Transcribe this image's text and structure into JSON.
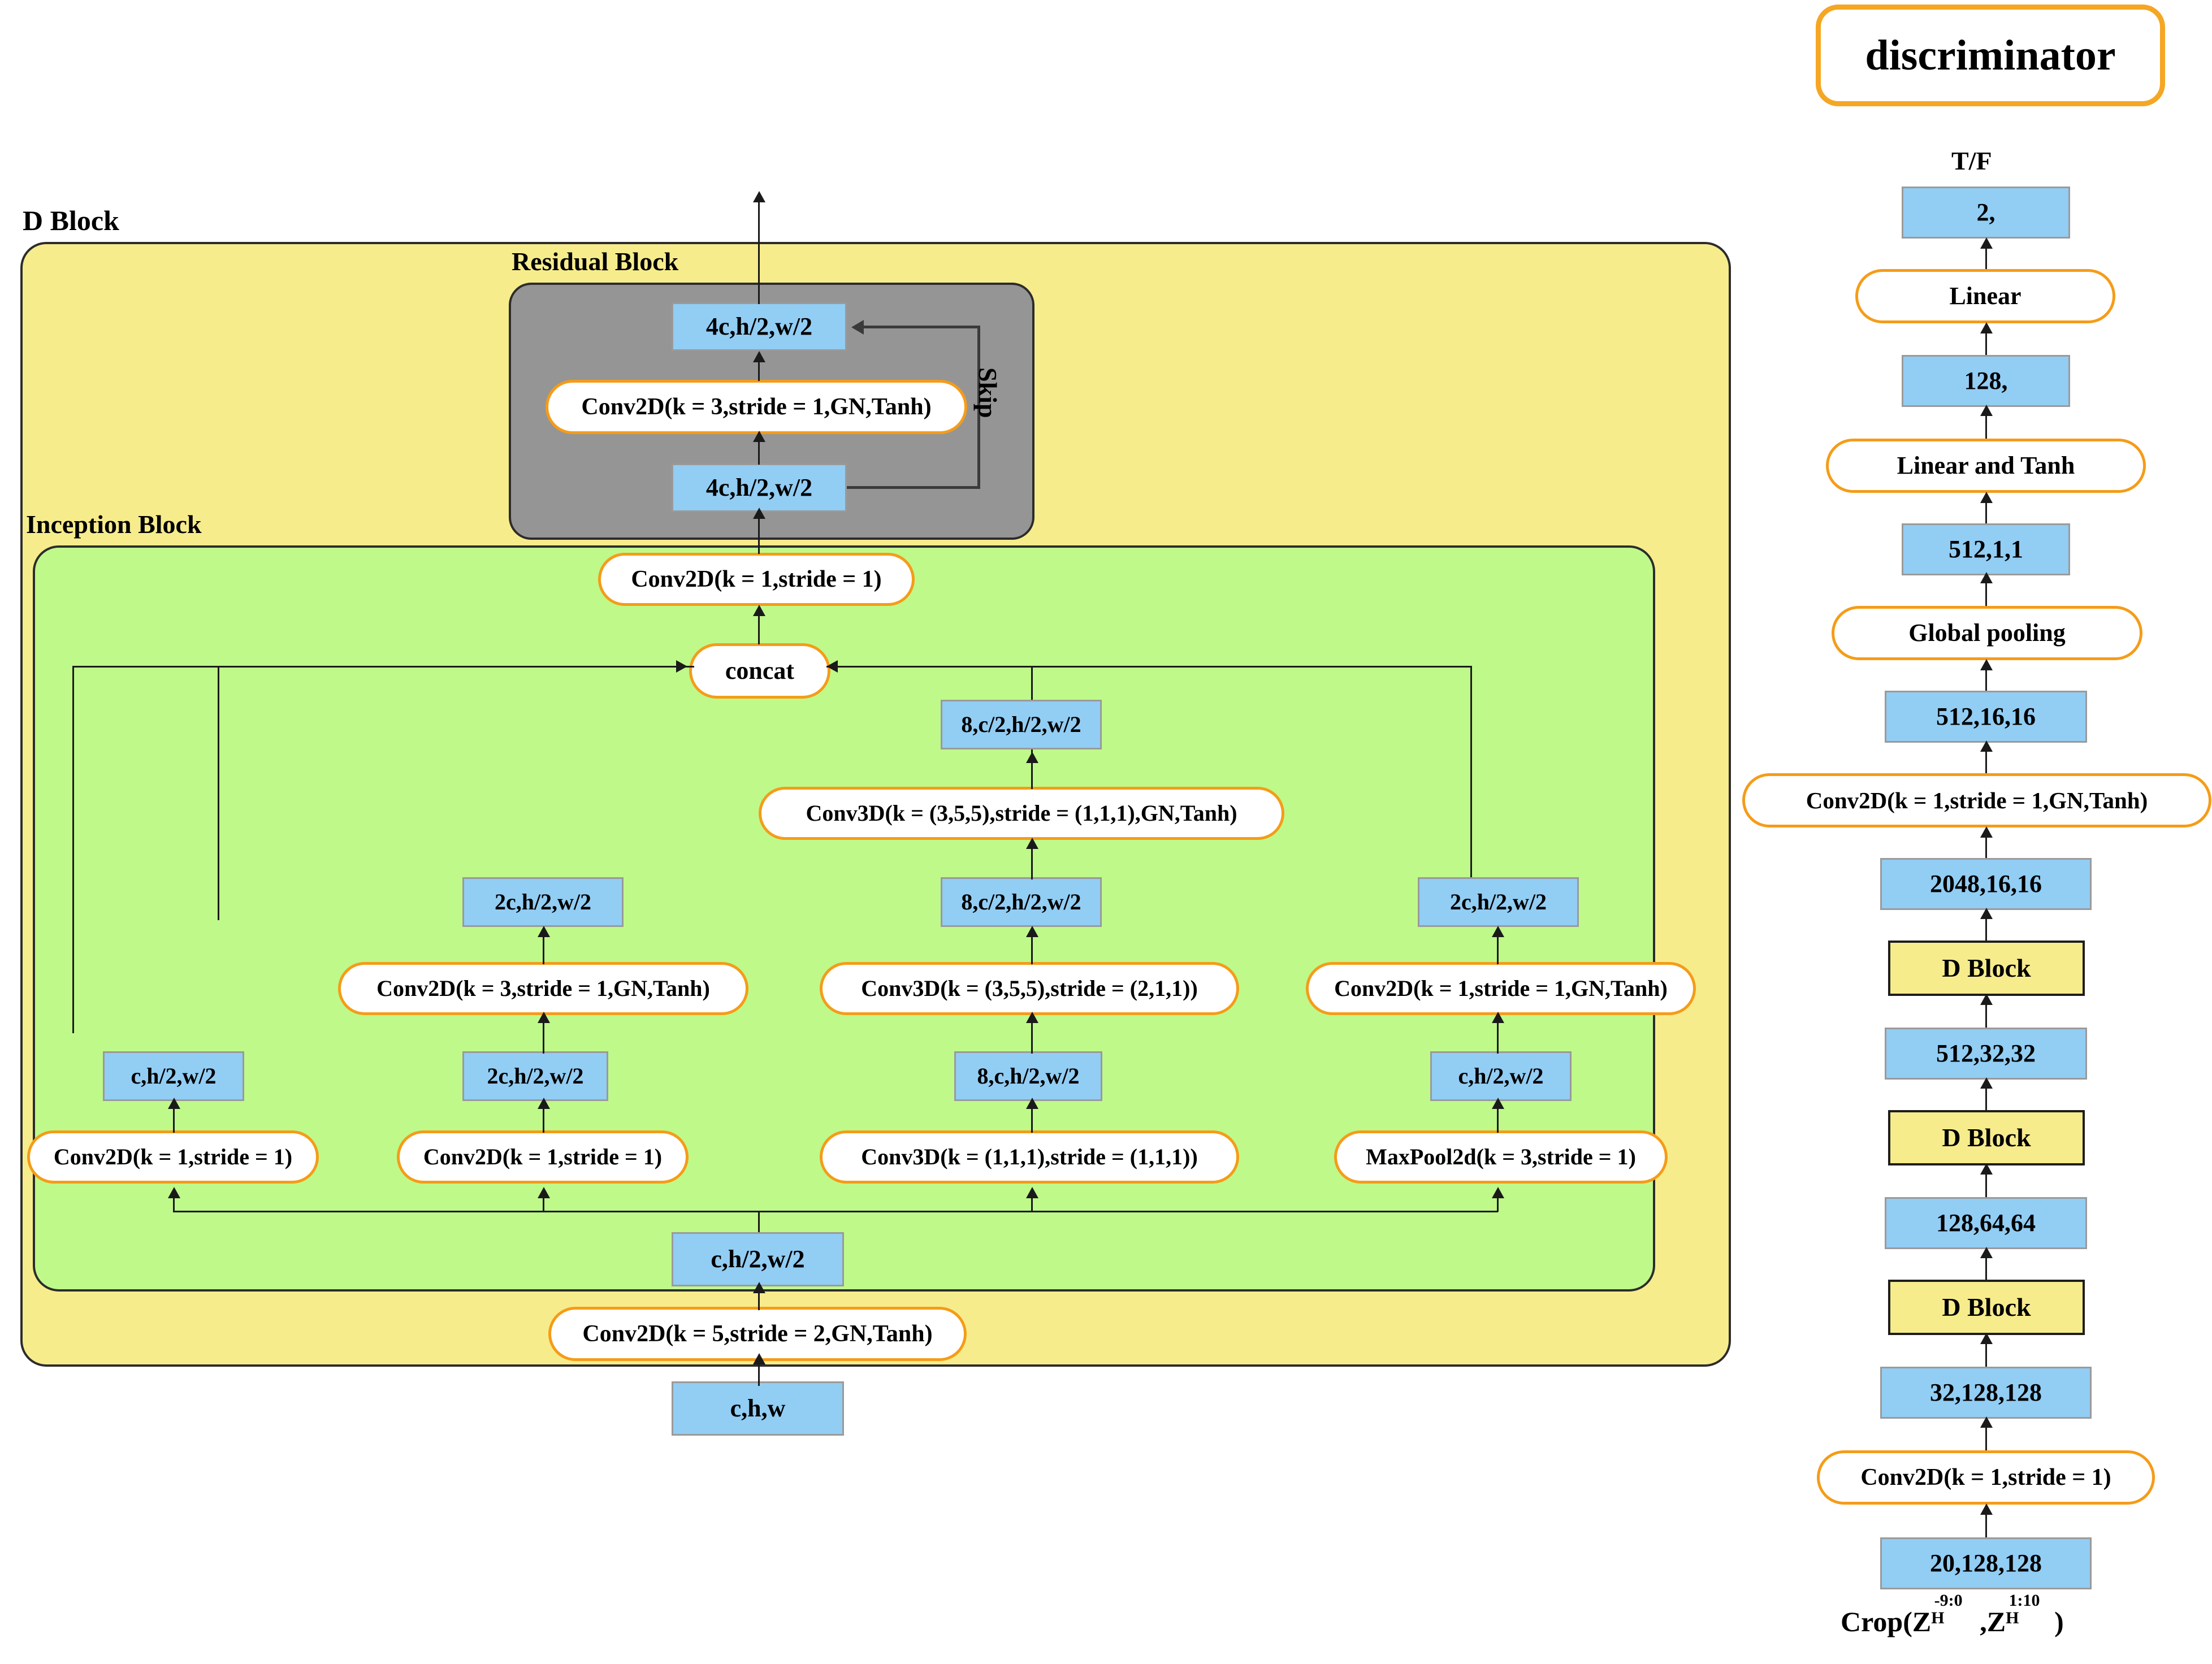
{
  "title": {
    "text": "discriminator"
  },
  "left_panel": {
    "d_block_label": "D Block",
    "residual_block_label": "Residual Block",
    "inception_block_label": "Inception Block",
    "skip_label": "Skip",
    "residual": {
      "top_tensor": "4c,h/2,w/2",
      "conv": "Conv2D(k = 3,stride = 1,GN,Tanh)",
      "bottom_tensor": "4c,h/2,w/2"
    },
    "inception_head_conv": "Conv2D(k = 1,stride = 1)",
    "concat": "concat",
    "branches": [
      {
        "id": "branch-1",
        "op_bottom": "Conv2D(k = 1,stride = 1)",
        "tensor_bottom": "c,h/2,w/2",
        "op_mid": null,
        "tensor_mid": null,
        "op_top": null,
        "tensor_top": null
      },
      {
        "id": "branch-2",
        "op_bottom": "Conv2D(k = 1,stride = 1)",
        "tensor_bottom": "2c,h/2,w/2",
        "op_mid": "Conv2D(k = 3,stride = 1,GN,Tanh)",
        "tensor_mid": "2c,h/2,w/2",
        "op_top": null,
        "tensor_top": null
      },
      {
        "id": "branch-3",
        "op_bottom": "Conv3D(k = (1,1,1),stride = (1,1,1))",
        "tensor_bottom": "8,c,h/2,w/2",
        "op_mid": "Conv3D(k = (3,5,5),stride = (2,1,1))",
        "tensor_mid": "8,c/2,h/2,w/2",
        "op_top": "Conv3D(k = (3,5,5),stride = (1,1,1),GN,Tanh)",
        "tensor_top": "8,c/2,h/2,w/2"
      },
      {
        "id": "branch-4",
        "op_bottom": "MaxPool2d(k = 3,stride = 1)",
        "tensor_bottom": "c,h/2,w/2",
        "op_mid": "Conv2D(k = 1,stride = 1,GN,Tanh)",
        "tensor_mid": "2c,h/2,w/2",
        "op_top": null,
        "tensor_top": null
      }
    ],
    "stem_tensor": "c,h/2,w/2",
    "stem_conv": "Conv2D(k = 5,stride = 2,GN,Tanh)",
    "input_tensor": "c,h,w"
  },
  "right_column": {
    "output_caption": "T/F",
    "nodes": [
      {
        "kind": "tensor",
        "label": "2,"
      },
      {
        "kind": "op",
        "label": "Linear"
      },
      {
        "kind": "tensor",
        "label": "128,"
      },
      {
        "kind": "op",
        "label": "Linear and Tanh"
      },
      {
        "kind": "tensor",
        "label": "512,1,1"
      },
      {
        "kind": "op",
        "label": "Global pooling"
      },
      {
        "kind": "tensor",
        "label": "512,16,16"
      },
      {
        "kind": "op",
        "label": "Conv2D(k = 1,stride = 1,GN,Tanh)"
      },
      {
        "kind": "tensor",
        "label": "2048,16,16"
      },
      {
        "kind": "dblock",
        "label": "D Block"
      },
      {
        "kind": "tensor",
        "label": "512,32,32"
      },
      {
        "kind": "dblock",
        "label": "D Block"
      },
      {
        "kind": "tensor",
        "label": "128,64,64"
      },
      {
        "kind": "dblock",
        "label": "D Block"
      },
      {
        "kind": "tensor",
        "label": "32,128,128"
      },
      {
        "kind": "op",
        "label": "Conv2D(k = 1,stride = 1)"
      },
      {
        "kind": "tensor",
        "label": "20,128,128"
      }
    ],
    "input_caption": {
      "prefix": "Crop(Z",
      "sub1": "H",
      "sup1": "-9:0",
      "sep": ",Z",
      "sub2": "H",
      "sup2": "1:10",
      "suffix": ")"
    }
  },
  "colors": {
    "tensor_fill": "#92CDF4",
    "op_border": "#F59C18",
    "panel_yellow": "#F7EC8C",
    "panel_green": "#BFF98A",
    "panel_gray": "#959595",
    "line": "#1a1a1a"
  }
}
